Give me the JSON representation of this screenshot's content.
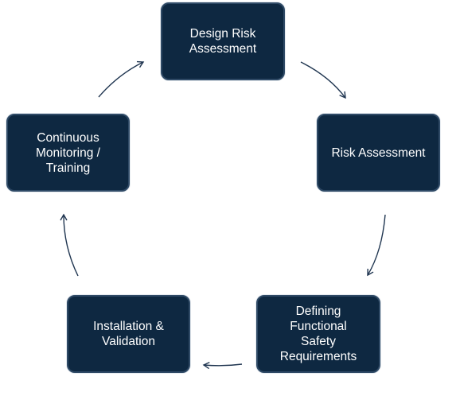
{
  "diagram": {
    "type": "cycle",
    "nodes": [
      {
        "id": "design",
        "label": "Design Risk\nAssessment"
      },
      {
        "id": "risk",
        "label": "Risk Assessment"
      },
      {
        "id": "func",
        "label": "Defining\nFunctional\nSafety\nRequirements"
      },
      {
        "id": "install",
        "label": "Installation &\nValidation"
      },
      {
        "id": "monitor",
        "label": "Continuous\nMonitoring /\nTraining"
      }
    ],
    "edges": [
      {
        "from": "design",
        "to": "risk"
      },
      {
        "from": "risk",
        "to": "func"
      },
      {
        "from": "func",
        "to": "install"
      },
      {
        "from": "install",
        "to": "monitor"
      },
      {
        "from": "monitor",
        "to": "design"
      }
    ],
    "colors": {
      "node_fill": "#0e2841",
      "node_text": "#ffffff",
      "arrow": "#1f3550"
    }
  }
}
